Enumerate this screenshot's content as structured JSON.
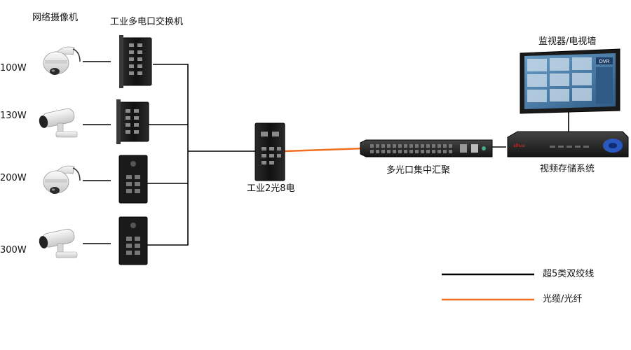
{
  "labels": {
    "cameras": "网络摄像机",
    "switches": "工业多电口交换机",
    "core_switch": "工业2光8电",
    "aggregator": "多光口集中汇聚",
    "monitor": "监视器/电视墙",
    "nvr": "视频存储系统"
  },
  "camera_power": [
    "100W",
    "130W",
    "200W",
    "300W"
  ],
  "legend": [
    {
      "label": "超5类双绞线",
      "color": "#000000"
    },
    {
      "label": "光缆/光纤",
      "color": "#f07020"
    }
  ],
  "colors": {
    "twisted_pair": "#000000",
    "fiber": "#f07020",
    "device_dark": "#1b1b1b",
    "screen": "#4a7ea8"
  },
  "icons": [
    "dome-camera-icon",
    "bullet-camera-icon",
    "switch-icon",
    "monitor-icon",
    "nvr-icon"
  ],
  "nvr_brand": "alhua",
  "monitor_badge": "DVR"
}
